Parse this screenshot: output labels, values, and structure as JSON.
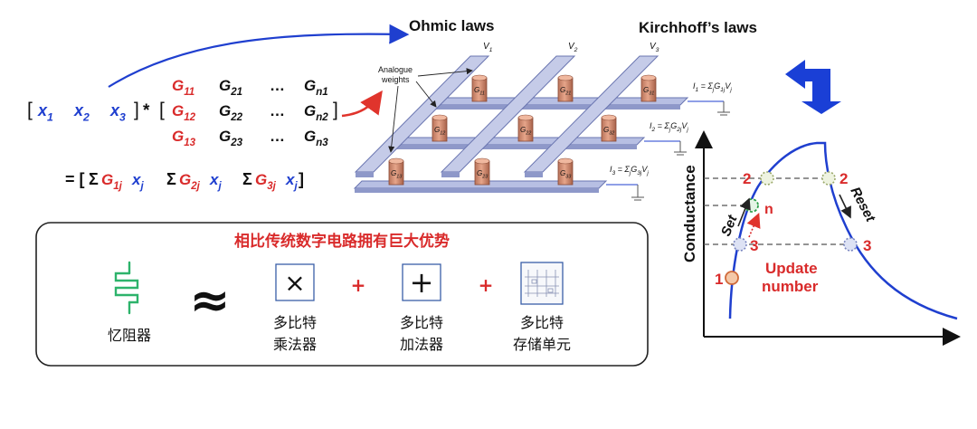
{
  "crossbar": {
    "ohmic_title": "Ohmic laws",
    "kirchhoff_title": "Kirchhoff’s laws",
    "analogue_label_line1": "Analogue",
    "analogue_label_line2": "weights",
    "voltage_labels": [
      "V",
      "V",
      "V"
    ],
    "voltage_subs": [
      "1",
      "2",
      "3"
    ],
    "current_labels": [
      {
        "pre": "I",
        "sub": "1",
        "eq": " = Σ",
        "gsub": "j",
        "g": "G",
        "gs": "1j",
        "v": "V",
        "vs": "j"
      },
      {
        "pre": "I",
        "sub": "2",
        "eq": " = Σ",
        "gsub": "j",
        "g": "G",
        "gs": "2j",
        "v": "V",
        "vs": "j"
      },
      {
        "pre": "I",
        "sub": "3",
        "eq": " = Σ",
        "gsub": "j",
        "g": "G",
        "gs": "3j",
        "v": "V",
        "vs": "j"
      }
    ],
    "node_labels": [
      "G",
      "G",
      "G",
      "G",
      "G",
      "G",
      "G",
      "G",
      "G"
    ],
    "node_subs": [
      "11",
      "12",
      "13",
      "21",
      "22",
      "23",
      "31",
      "32",
      "33"
    ]
  },
  "equation": {
    "vector": [
      {
        "v": "x",
        "s": "1"
      },
      {
        "v": "x",
        "s": "2"
      },
      {
        "v": "x",
        "s": "3"
      }
    ],
    "multiply": "*",
    "matrix_rows": [
      [
        {
          "v": "G",
          "s": "11",
          "red": true
        },
        {
          "v": "G",
          "s": "21"
        },
        {
          "v": "…",
          "s": ""
        },
        {
          "v": "G",
          "s": "n1"
        }
      ],
      [
        {
          "v": "G",
          "s": "12",
          "red": true
        },
        {
          "v": "G",
          "s": "22"
        },
        {
          "v": "…",
          "s": ""
        },
        {
          "v": "G",
          "s": "n2"
        }
      ],
      [
        {
          "v": "G",
          "s": "13",
          "red": true
        },
        {
          "v": "G",
          "s": "23"
        },
        {
          "v": "…",
          "s": ""
        },
        {
          "v": "G",
          "s": "n3"
        }
      ]
    ],
    "result_prefix": "= [",
    "result_terms": [
      {
        "sigma": "Σ",
        "g": "G",
        "gs": "1j",
        "x": "x",
        "xs": "j"
      },
      {
        "sigma": "Σ",
        "g": "G",
        "gs": "2j",
        "x": "x",
        "xs": "j"
      },
      {
        "sigma": "Σ",
        "g": "G",
        "gs": "3j",
        "x": "x",
        "xs": "j"
      }
    ],
    "result_suffix": "]"
  },
  "advantage": {
    "title": "相比传统数字电路拥有巨大优势",
    "memristor_label": "忆阻器",
    "approx": "≈",
    "plus": "+",
    "items": [
      {
        "line1": "多比特",
        "line2": "乘法器",
        "symbol": "×"
      },
      {
        "line1": "多比特",
        "line2": "加法器",
        "symbol": "+"
      },
      {
        "line1": "多比特",
        "line2": "存储单元",
        "symbol": ""
      }
    ],
    "colors": {
      "title": "#d92b2b",
      "memristor": "#2db36b",
      "plus": "#d92b2b"
    }
  },
  "chart_data": {
    "type": "diagram",
    "ylabel": "Conductance",
    "labels": {
      "state_1": "1",
      "state_2_left": "2",
      "state_2_right": "2",
      "state_3_left": "3",
      "state_3_right": "3",
      "state_n": "n",
      "set": "Set",
      "reset": "Reset",
      "update_line1": "Update",
      "update_line2": "number"
    },
    "colors": {
      "curve": "#1f3fcf",
      "labels": "#d92b2b",
      "arrow": "#1f3fcf"
    }
  }
}
